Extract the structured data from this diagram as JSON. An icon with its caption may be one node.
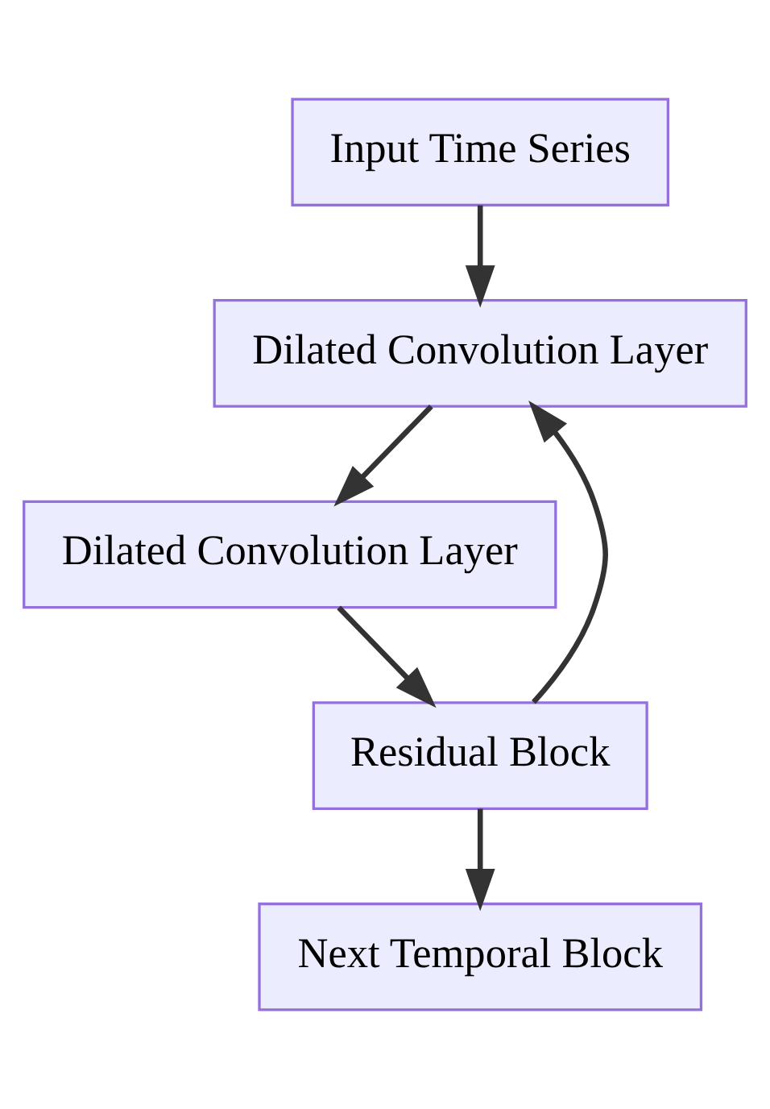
{
  "diagram": {
    "nodes": [
      {
        "text": [
          "Input Time Series"
        ]
      },
      {
        "text": [
          "Dilated Convolution Layer"
        ]
      },
      {
        "text": [
          "Dilated Convolution Layer"
        ]
      },
      {
        "text": [
          "Residual Block"
        ]
      },
      {
        "text": [
          "Next Temporal Block"
        ]
      }
    ],
    "edges": [
      {
        "from": 0,
        "to": 1,
        "arrow": "to"
      },
      {
        "from": 1,
        "to": 2,
        "arrow": "to"
      },
      {
        "from": 2,
        "to": 3,
        "arrow": "to"
      },
      {
        "from": 3,
        "to": 1,
        "arrow": "to"
      },
      {
        "from": 3,
        "to": 4,
        "arrow": "to"
      }
    ]
  }
}
